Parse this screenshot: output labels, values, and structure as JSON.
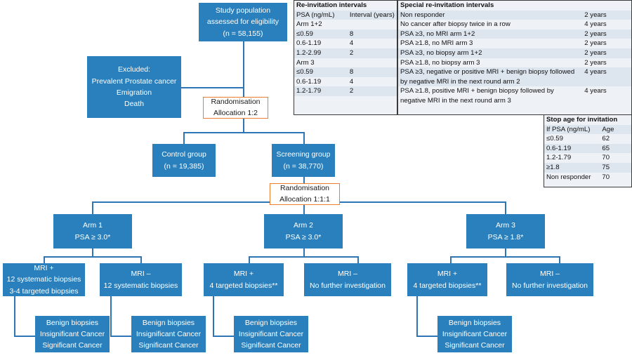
{
  "figure": {
    "title": "Prostate cancer screening trial flow diagram",
    "accent_blue": "#2980bd",
    "connector_blue": "#2e75b6",
    "highlight_orange": "#ed7d31",
    "table_bg": "#eef2f7",
    "table_alt_bg": "#dde5ee"
  },
  "flow": {
    "study_population": {
      "l1": "Study population",
      "l2": "assessed for eligibility",
      "l3": "(n = 58,155)"
    },
    "excluded": {
      "l1": "Excluded:",
      "l2": "Prevalent Prostate cancer",
      "l3": "Emigration",
      "l4": "Death"
    },
    "randomisation_1": {
      "l1": "Randomisation",
      "l2": "Allocation 1:2"
    },
    "control_group": {
      "l1": "Control group",
      "l2": "(n = 19,385)"
    },
    "screening_group": {
      "l1": "Screening group",
      "l2": "(n = 38,770)"
    },
    "randomisation_2": {
      "l1": "Randomisation",
      "l2": "Allocation 1:1:1"
    },
    "arm1": {
      "l1": "Arm 1",
      "l2": "PSA ≥  3.0*"
    },
    "arm2": {
      "l1": "Arm 2",
      "l2": "PSA ≥  3.0*"
    },
    "arm3": {
      "l1": "Arm 3",
      "l2": "PSA ≥ 1.8*"
    },
    "arm1_mri_pos": {
      "l1": "MRI +",
      "l2": "12 systematic biopsies",
      "l3": "3-4 targeted biopsies"
    },
    "arm1_mri_neg": {
      "l1": "MRI –",
      "l2": "12 systematic biopsies"
    },
    "arm2_mri_pos": {
      "l1": "MRI +",
      "l2": "4 targeted biopsies**"
    },
    "arm2_mri_neg": {
      "l1": "MRI –",
      "l2": "No further investigation"
    },
    "arm3_mri_pos": {
      "l1": "MRI +",
      "l2": "4 targeted biopsies**"
    },
    "arm3_mri_neg": {
      "l1": "MRI –",
      "l2": "No further investigation"
    },
    "outcome_arm1_pos": {
      "l1": "Benign biopsies",
      "l2": "Insignificant Cancer",
      "l3": "Significant Cancer"
    },
    "outcome_arm1_neg": {
      "l1": "Benign biopsies",
      "l2": "Insignificant Cancer",
      "l3": "Significant Cancer"
    },
    "outcome_arm2_pos": {
      "l1": "Benign biopsies",
      "l2": "Insignificant Cancer",
      "l3": "Significant Cancer"
    },
    "outcome_arm3_pos": {
      "l1": "Benign biopsies",
      "l2": "Insignificant Cancer",
      "l3": "Significant Cancer"
    }
  },
  "tables": {
    "reinvitation": {
      "title": "Re-invitation intervals",
      "columns": [
        "PSA (ng/mL)",
        "Interval (years)"
      ],
      "rows": [
        [
          "Arm 1+2",
          ""
        ],
        [
          "≤0.59",
          "8"
        ],
        [
          "0.6-1.19",
          "4"
        ],
        [
          "1.2-2.99",
          "2"
        ],
        [
          "Arm 3",
          ""
        ],
        [
          "≤0.59",
          "8"
        ],
        [
          "0.6-1.19",
          "4"
        ],
        [
          "1.2-1.79",
          "2"
        ]
      ]
    },
    "special_reinvitation": {
      "title": "Special re-invitation intervals",
      "rows": [
        [
          "Non responder",
          "2 years"
        ],
        [
          "No cancer after biopsy twice in a row",
          "4 years"
        ],
        [
          "PSA ≥3, no MRI arm 1+2",
          "2 years"
        ],
        [
          "PSA ≥1.8, no MRI arm 3",
          "2 years"
        ],
        [
          "PSA ≥3, no biopsy arm 1+2",
          "2 years"
        ],
        [
          "PSA ≥1.8, no biopsy arm 3",
          "2 years"
        ],
        [
          "PSA ≥3, negative or positive MRI + benign biopsy followed by negative MRI in the next round arm 2",
          "4 years"
        ],
        [
          "PSA ≥1.8, positive MRI + benign biopsy followed by negative MRI in the next round arm 3",
          "4 years"
        ]
      ]
    },
    "stop_age": {
      "title": "Stop age for invitation",
      "columns": [
        "If PSA (ng/mL)",
        "Age"
      ],
      "rows": [
        [
          "≤0.59",
          "62"
        ],
        [
          "0.6-1.19",
          "65"
        ],
        [
          "1.2-1.79",
          "70"
        ],
        [
          "≥1.8",
          "75"
        ],
        [
          "Non responder",
          "70"
        ]
      ]
    }
  }
}
